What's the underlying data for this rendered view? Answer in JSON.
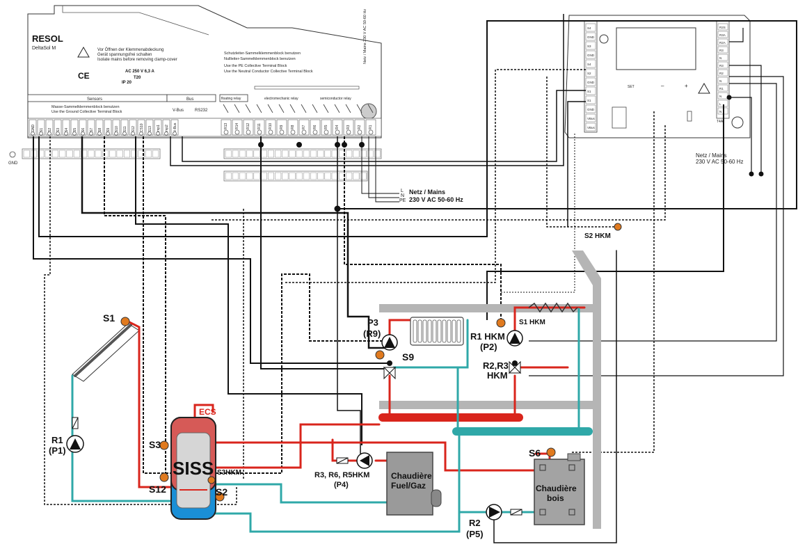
{
  "colors": {
    "hot": "#d9251c",
    "cold": "#2fa8a8",
    "wire": "#111111",
    "sensor": "#e07a1f",
    "panel_grey": "#9c9c9c",
    "tank_blue": "#1a8fd6",
    "boiler_grey": "#9a9a9a"
  },
  "controller": {
    "brand": "RESOL",
    "model": "DeltaSol M",
    "warn_de": "Vor Öffnen der Klemmenabdeckung",
    "warn_de2": "Gerät spannungsfrei schalten",
    "warn_en": "Isolate mains before removing clamp-cover",
    "rating": "AC 250 V 6,3 A",
    "t20": "T20",
    "ip": "IP 20",
    "note1": "Schutzleiter-Sammelklemmenblock benutzen",
    "note2": "Nullleiter-Sammelklemmenblock benutzen",
    "note3": "Use the PE Collective Terminal Block",
    "note4": "Use the Neutral Conductor Collective Terminal Block",
    "sensors_head": "Sensors",
    "bus_head": "Bus",
    "ground_de": "Masse-Sammelklemmenblock benutzen",
    "ground_en": "Use the Ground Collective Terminal Block",
    "vbus": "V-Bus",
    "rs232": "RS232",
    "floating_relay": "floating relay",
    "em_relay": "electromechanic relay",
    "semi_relay": "semiconductor relay",
    "mains_side": "Netz / Mains 230 V AC 50-60 Hz",
    "ground_label": "GND",
    "terminals": [
      "GND",
      "S1",
      "S2",
      "S3",
      "S4",
      "S5",
      "S6",
      "S7",
      "S8",
      "S9",
      "S10",
      "S11",
      "S12",
      "CS10",
      "S13",
      "imp1",
      "imp2",
      "V-Bus"
    ],
    "relays": [
      "R13",
      "R14",
      "R12",
      "R11",
      "R10",
      "R9",
      "R8",
      "R7",
      "R6",
      "R5",
      "R4",
      "R3",
      "R2",
      "R1"
    ]
  },
  "mains_main": {
    "l": "L",
    "n": "N",
    "pe": "PE",
    "title": "Netz / Mains",
    "spec": "230 V AC 50-60 Hz"
  },
  "module": {
    "terminals_left": [
      "S4",
      "GND",
      "S3",
      "GND",
      "S4",
      "S2",
      "GND",
      "S1",
      "S1",
      "GND",
      "VBus",
      "VBus"
    ],
    "terminals_right": [
      "R2S",
      "R3A",
      "R2A",
      "R3",
      "N",
      "R3",
      "R2",
      "N",
      "R1",
      "N",
      "L",
      "N"
    ],
    "set": "SET",
    "mains_title": "Netz / Mains",
    "mains_spec": "230 V AC 50-60 Hz",
    "fuse": "T4A"
  },
  "diagram": {
    "s1": "S1",
    "p1_r1": "R1",
    "p1": "(P1)",
    "s3": "S3",
    "s12": "S12",
    "s2": "S2",
    "ecs": "ECS",
    "siss": "SISS",
    "s3hkm": "S3HKM",
    "p3": "P3",
    "r9": "(R9)",
    "s9": "S9",
    "r1hkm": "R1 HKM",
    "p2": "(P2)",
    "s1hkm": "S1 HKM",
    "r23hkm": "R2,R3",
    "hkm": "HKM",
    "s2hkm": "S2 HKM",
    "r356": "R3, R6, R5HKM",
    "p4": "(P4)",
    "chaud_fuel": "Chaudière",
    "chaud_fuel2": "Fuel/Gaz",
    "s6": "S6",
    "chaud_bois": "Chaudière",
    "chaud_bois2": "bois",
    "r2": "R2",
    "p5": "(P5)"
  }
}
